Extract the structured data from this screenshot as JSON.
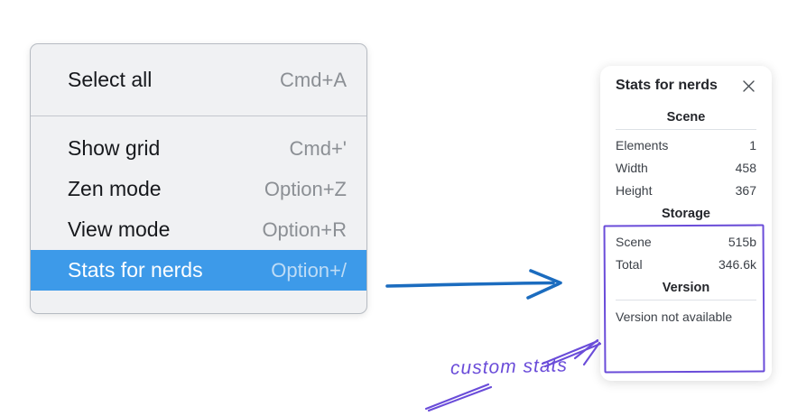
{
  "menu": {
    "items": [
      {
        "label": "Select all",
        "shortcut": "Cmd+A",
        "selected": false
      },
      {
        "label": "Show grid",
        "shortcut": "Cmd+'",
        "selected": false
      },
      {
        "label": "Zen mode",
        "shortcut": "Option+Z",
        "selected": false
      },
      {
        "label": "View mode",
        "shortcut": "Option+R",
        "selected": false
      },
      {
        "label": "Stats for nerds",
        "shortcut": "Option+/",
        "selected": true
      }
    ]
  },
  "stats_panel": {
    "title": "Stats for nerds",
    "sections": [
      {
        "title": "Scene",
        "rows": [
          {
            "label": "Elements",
            "value": "1"
          },
          {
            "label": "Width",
            "value": "458"
          },
          {
            "label": "Height",
            "value": "367"
          }
        ]
      },
      {
        "title": "Storage",
        "highlighted": true,
        "rows": [
          {
            "label": "Scene",
            "value": "515b"
          },
          {
            "label": "Total",
            "value": "346.6k"
          }
        ]
      },
      {
        "title": "Version",
        "highlighted": true,
        "note": "Version not available"
      }
    ]
  },
  "annotation": {
    "label": "custom stats"
  },
  "colors": {
    "highlight_bg": "#3d9ae9",
    "arrow_blue": "#1b6cbf",
    "annotation_purple": "#6a4cd9",
    "menu_bg": "#f0f1f3",
    "panel_bg": "#ffffff"
  }
}
